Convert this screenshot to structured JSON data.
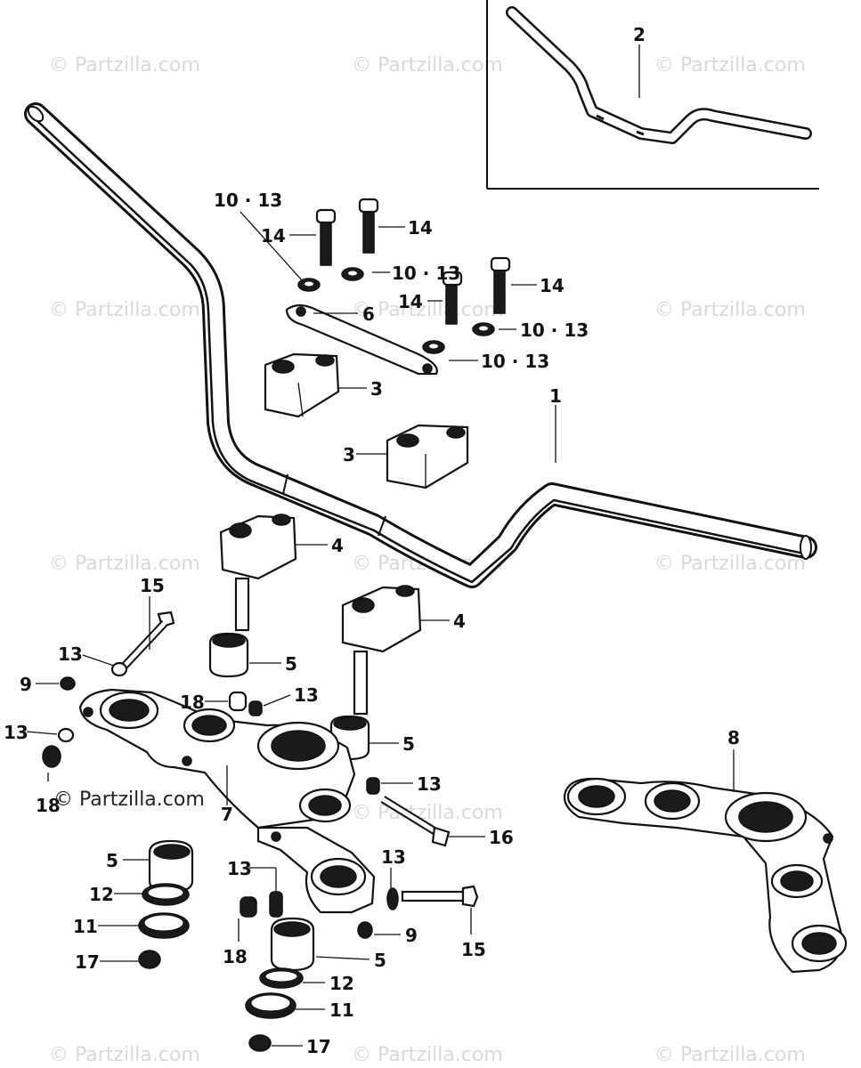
{
  "watermark": "© Partzilla.com",
  "callouts": {
    "c1": "1",
    "c2": "2",
    "c3a": "3",
    "c3b": "3",
    "c4a": "4",
    "c4b": "4",
    "c5a": "5",
    "c5b": "5",
    "c5c": "5",
    "c5d": "5",
    "c6": "6",
    "c7": "7",
    "c8": "8",
    "c9a": "9",
    "c9b": "9",
    "c10a": "10 · 13",
    "c10b": "10 · 13",
    "c10c": "10 · 13",
    "c10d": "10 · 13",
    "c11a": "11",
    "c11b": "11",
    "c12a": "12",
    "c12b": "12",
    "c13a": "13",
    "c13b": "13",
    "c13c": "13",
    "c13d": "13",
    "c13e": "13",
    "c13f": "13",
    "c14a": "14",
    "c14b": "14",
    "c14c": "14",
    "c14d": "14",
    "c15a": "15",
    "c15b": "15",
    "c16": "16",
    "c17a": "17",
    "c17b": "17",
    "c18a": "18",
    "c18b": "18",
    "c18c": "18"
  }
}
